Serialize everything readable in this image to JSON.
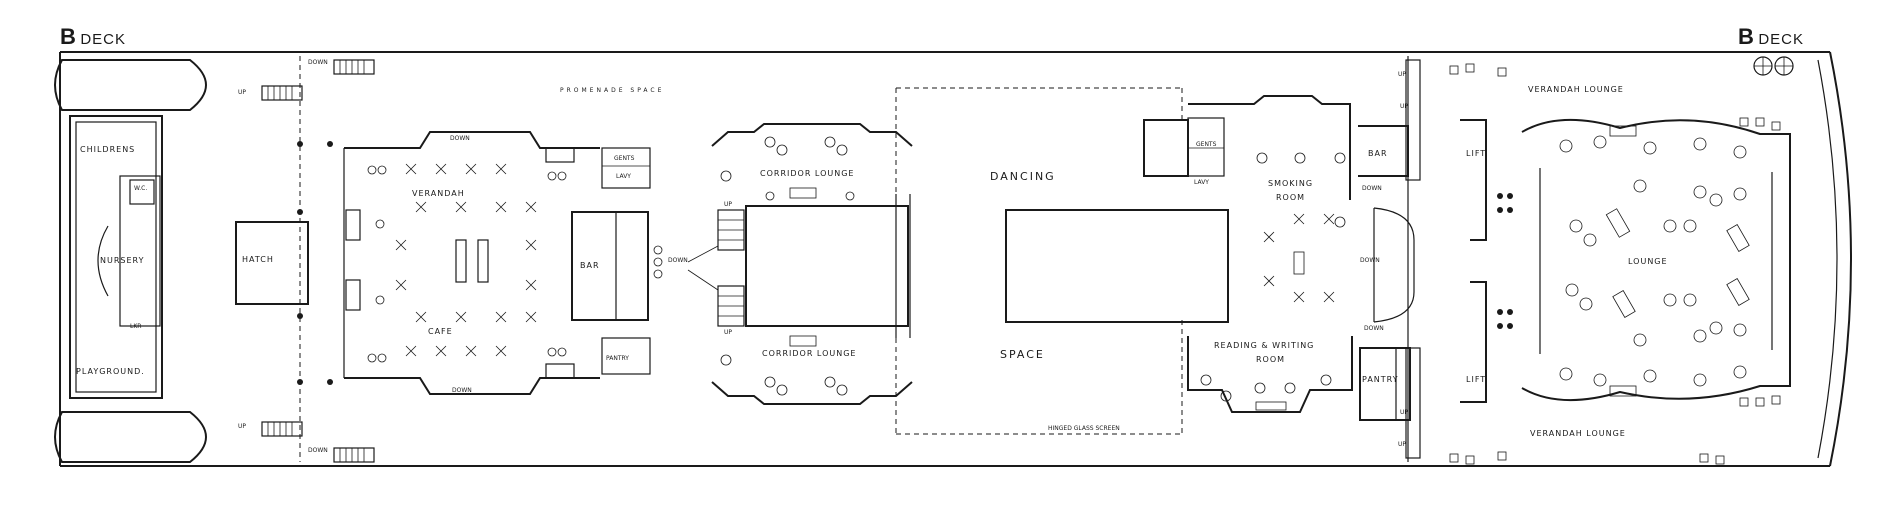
{
  "header": {
    "left": {
      "letter": "B",
      "word": "DECK"
    },
    "right": {
      "letter": "B",
      "word": "DECK"
    }
  },
  "rooms": {
    "promenade": "PROMENADE     SPACE",
    "childrens": "CHILDRENS",
    "wc": "W.C.",
    "nursery": "NURSERY",
    "lkr": "LKR",
    "playground": "PLAYGROUND.",
    "hatch": "HATCH",
    "verandah": "VERANDAH",
    "cafe": "CAFE",
    "bar_left": "BAR",
    "gents_left": "GENTS",
    "lavy_left": "LAVY",
    "pantry_left": "PANTRY",
    "corridor_lounge_top": "CORRIDOR LOUNGE",
    "corridor_lounge_bottom": "CORRIDOR LOUNGE",
    "dancing": "DANCING",
    "space": "SPACE",
    "hinged_glass_screen": "HINGED GLASS SCREEN",
    "gents_right": "GENTS",
    "lavy_right": "LAVY",
    "smoking_room_1": "SMOKING",
    "smoking_room_2": "ROOM",
    "bar_right": "BAR",
    "reading_writing_1": "READING & WRITING",
    "reading_writing_2": "ROOM",
    "pantry_right": "PANTRY",
    "lift_top": "LIFT",
    "lift_bottom": "LIFT",
    "verandah_lounge_top": "VERANDAH    LOUNGE",
    "lounge": "LOUNGE",
    "verandah_lounge_bottom": "VERANDAH    LOUNGE"
  },
  "stairs": {
    "up_top": "UP",
    "down_top": "DOWN",
    "up_bottom": "UP",
    "down_bottom": "DOWN",
    "down_cafe_top": "DOWN",
    "down_cafe_bottom": "DOWN",
    "down_bar": "DOWN",
    "up_corridor_top": "UP",
    "up_corridor_bottom": "UP",
    "down_smoking": "DOWN",
    "down_smoking_2": "DOWN",
    "down_reading": "DOWN",
    "up_lift_top": "UP",
    "up_lift_bottom": "UP",
    "up_stb_top": "UP",
    "up_stb_bottom": "UP"
  }
}
